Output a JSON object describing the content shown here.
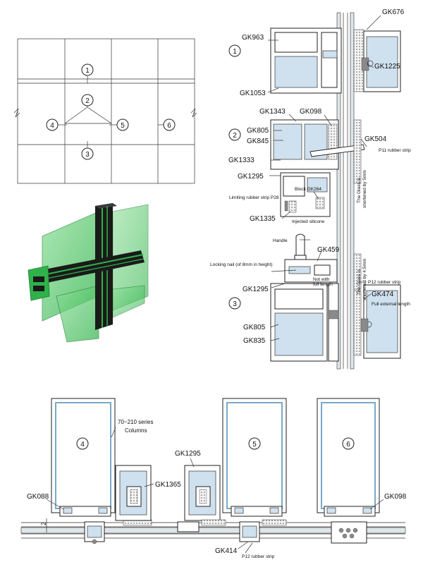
{
  "legend_grid": {
    "markers": [
      "1",
      "2",
      "3",
      "4",
      "5",
      "6"
    ]
  },
  "section_top": {
    "markers": [
      "1",
      "2",
      "3"
    ],
    "labels": {
      "gk676": "GK676",
      "gk963": "GK963",
      "gk1225": "GK1225",
      "gk1053": "GK1053",
      "gk1343": "GK1343",
      "gk098": "GK098",
      "gk805_a": "GK805",
      "gk845": "GK845",
      "gk504": "GK504",
      "p11": "P11 rubber strip",
      "gk1333": "GK1333",
      "gk1295_a": "GK1295",
      "p28": "Limiting rubber strip P28",
      "block": "Block GK264",
      "gk1335": "GK1335",
      "injected": "Injected silicone",
      "glass_note_a": "The Glass is",
      "glass_note_b": "shortened by 5mm",
      "handle": "Handle",
      "gk459": "GK459",
      "locking_nail": "Locking nail (of 8mm in height)",
      "not_full_a": "Not with",
      "not_full_b": "full length",
      "gk1295_b": "GK1295",
      "glass_note_c": "The Glass is",
      "glass_note_d": "shortened by 4.5mm",
      "p12": "P12 rubber strip",
      "gk474": "GK474",
      "full_ext": "Full external length",
      "gk805_b": "GK805",
      "gk835": "GK835"
    }
  },
  "section_bottom": {
    "markers": [
      "4",
      "5",
      "6"
    ],
    "labels": {
      "series_a": "70~210 series",
      "series_b": "Columns",
      "gk1295": "GK1295",
      "gk1365": "GK1365",
      "gk088": "GK088",
      "gk098": "GK098",
      "gk414": "GK414",
      "p12": "P12 rubber strip",
      "dim": "2"
    }
  },
  "colors": {
    "green": "#2fb24a",
    "blue": "#cfe0ee",
    "line": "#222222"
  }
}
